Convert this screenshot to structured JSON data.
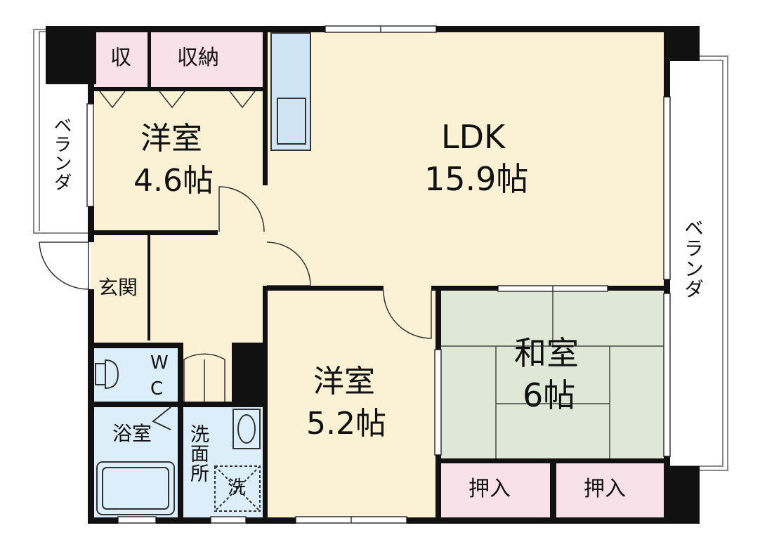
{
  "rooms": {
    "ldk": {
      "name": "LDK",
      "size": "15.9帖"
    },
    "western_a": {
      "name": "洋室",
      "size": "4.6帖"
    },
    "western_b": {
      "name": "洋室",
      "size": "5.2帖"
    },
    "japanese": {
      "name": "和室",
      "size": "6帖"
    },
    "entrance": "玄関",
    "wc_top": "W",
    "wc_bottom": "C",
    "bath": "浴室",
    "washroom": "洗面所",
    "washer": "洗",
    "storage_small": "収",
    "storage": "収納",
    "closet_left": "押入",
    "closet_right": "押入",
    "veranda_left": "ベランダ",
    "veranda_right": "ベランダ"
  },
  "colors": {
    "wall": "#111111",
    "wood_floor": "#fbf1d4",
    "tatami": "#dfe8d6",
    "storage": "#f9e1ea",
    "wet_area": "#dbeefa",
    "kitchen": "#cfe5f5"
  }
}
